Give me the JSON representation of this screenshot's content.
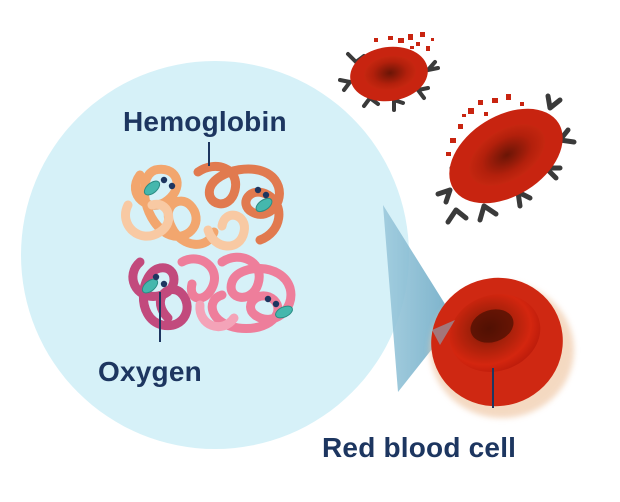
{
  "labels": {
    "hemoglobin": "Hemoglobin",
    "oxygen": "Oxygen",
    "red_blood_cell": "Red blood cell"
  },
  "colors": {
    "label_text": "#1d3660",
    "magnifier_fill": "#d6f1f8",
    "beam_fill": "#7fb6cf",
    "cell_red": "#c81e0f",
    "cell_dark": "#7a1505",
    "antibody": "#3a3a3a",
    "strand_orange": "#f2a66e",
    "strand_peach": "#f8c9a3",
    "strand_coral": "#e17a4f",
    "strand_pink": "#ee7e9b",
    "strand_magenta": "#c24a7d",
    "heme_teal": "#45b7ad",
    "oxygen_dot": "#1d3660"
  },
  "icons": {
    "healthy_cell": "red-blood-cell",
    "damaged_cell": "antibody-coated-red-blood-cell",
    "protein": "hemoglobin-molecule"
  }
}
